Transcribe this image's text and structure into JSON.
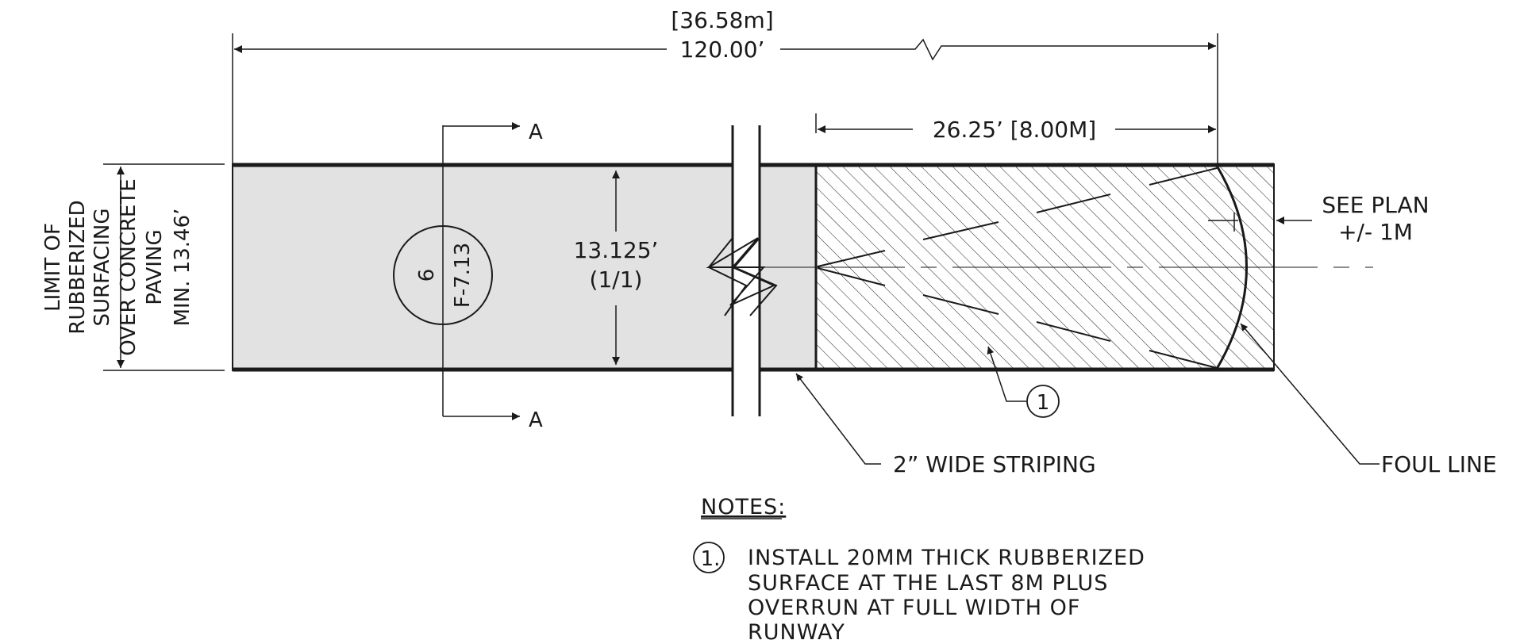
{
  "dimensions": {
    "overall_metric": "[36.58m]",
    "overall_imperial": "120.00’",
    "last_segment": "26.25’ [8.00M]",
    "lane_width": "13.125’",
    "lane_ratio": "(1/1)",
    "side_label_lines": [
      "LIMIT OF",
      "RUBBERIZED",
      "SURFACING",
      "OVER CONCRETE",
      "PAVING",
      "MIN. 13.46’"
    ]
  },
  "section_marks": {
    "top": "A",
    "bottom": "A"
  },
  "detail_bubble": {
    "number": "6",
    "sheet": "F-7.13"
  },
  "callouts": {
    "see_plan_line1": "SEE PLAN",
    "see_plan_line2": "+/- 1M",
    "striping": "2” WIDE STRIPING",
    "foul_line": "FOUL LINE",
    "note_marker": "1"
  },
  "notes": {
    "heading": "NOTES:",
    "marker": "1.",
    "lines": [
      "INSTALL 20MM THICK RUBBERIZED",
      "SURFACE AT THE LAST 8M PLUS",
      "OVERRUN AT FULL WIDTH OF",
      "RUNWAY"
    ]
  },
  "colors": {
    "lane_fill": "#e2e2e2",
    "line": "#1a1a1a",
    "background": "#ffffff"
  }
}
